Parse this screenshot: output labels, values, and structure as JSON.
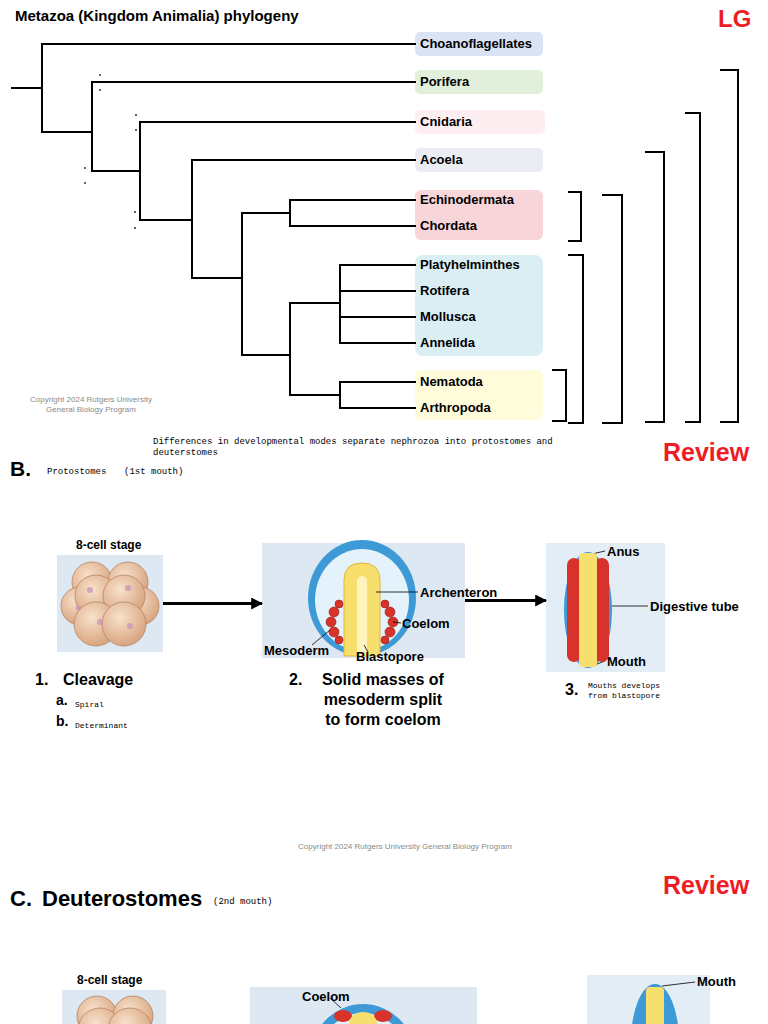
{
  "diagram": {
    "title": "Metazoa (Kingdom Animalia) phylogeny",
    "nodes": [
      {
        "text": [
          "Choanoflagellates"
        ]
      },
      {
        "text": [
          "Porifera"
        ]
      },
      {
        "text": [
          "Cnidaria"
        ]
      },
      {
        "text": [
          "Acoela"
        ]
      },
      {
        "text": [
          "Echinodermata",
          "Chordata"
        ]
      },
      {
        "text": [
          "Platyhelminthes",
          "Rotifera",
          "Mollusca",
          "Annelida"
        ]
      },
      {
        "text": [
          "Nematoda",
          "Arthropoda"
        ]
      },
      {
        "text": [
          "8-cell stage"
        ]
      },
      {
        "text": [
          "Archenteron",
          "Coelom",
          "Mesoderm",
          "Blastopore"
        ]
      },
      {
        "text": [
          "Anus",
          "Digestive tube",
          "Mouth"
        ]
      },
      {
        "text": [
          "8-cell stage"
        ]
      },
      {
        "text": [
          "Coelom"
        ]
      },
      {
        "text": [
          "Mouth"
        ]
      }
    ],
    "edges": [
      {
        "from": 7,
        "to": 8,
        "arrow": "to"
      },
      {
        "from": 8,
        "to": 9,
        "arrow": "to"
      }
    ],
    "labels": [
      "LG",
      "Copyright 2024 Rutgers University General Biology Program",
      "Differences in developmental modes separate nephrozoa into protostomes and deuterstomes",
      "Review",
      "B.",
      "Protostomes",
      "(1st mouth)",
      "1.",
      "Cleavage",
      "a.",
      "Spiral",
      "b.",
      "Determinant",
      "2.",
      "Solid masses of mesoderm split to form coelom",
      "3.",
      "Mouths develops from blastopore",
      "Copyright 2024 Rutgers University General Biology Program",
      "C.",
      "Deuterostomes",
      "(2nd mouth)",
      "Review"
    ]
  }
}
